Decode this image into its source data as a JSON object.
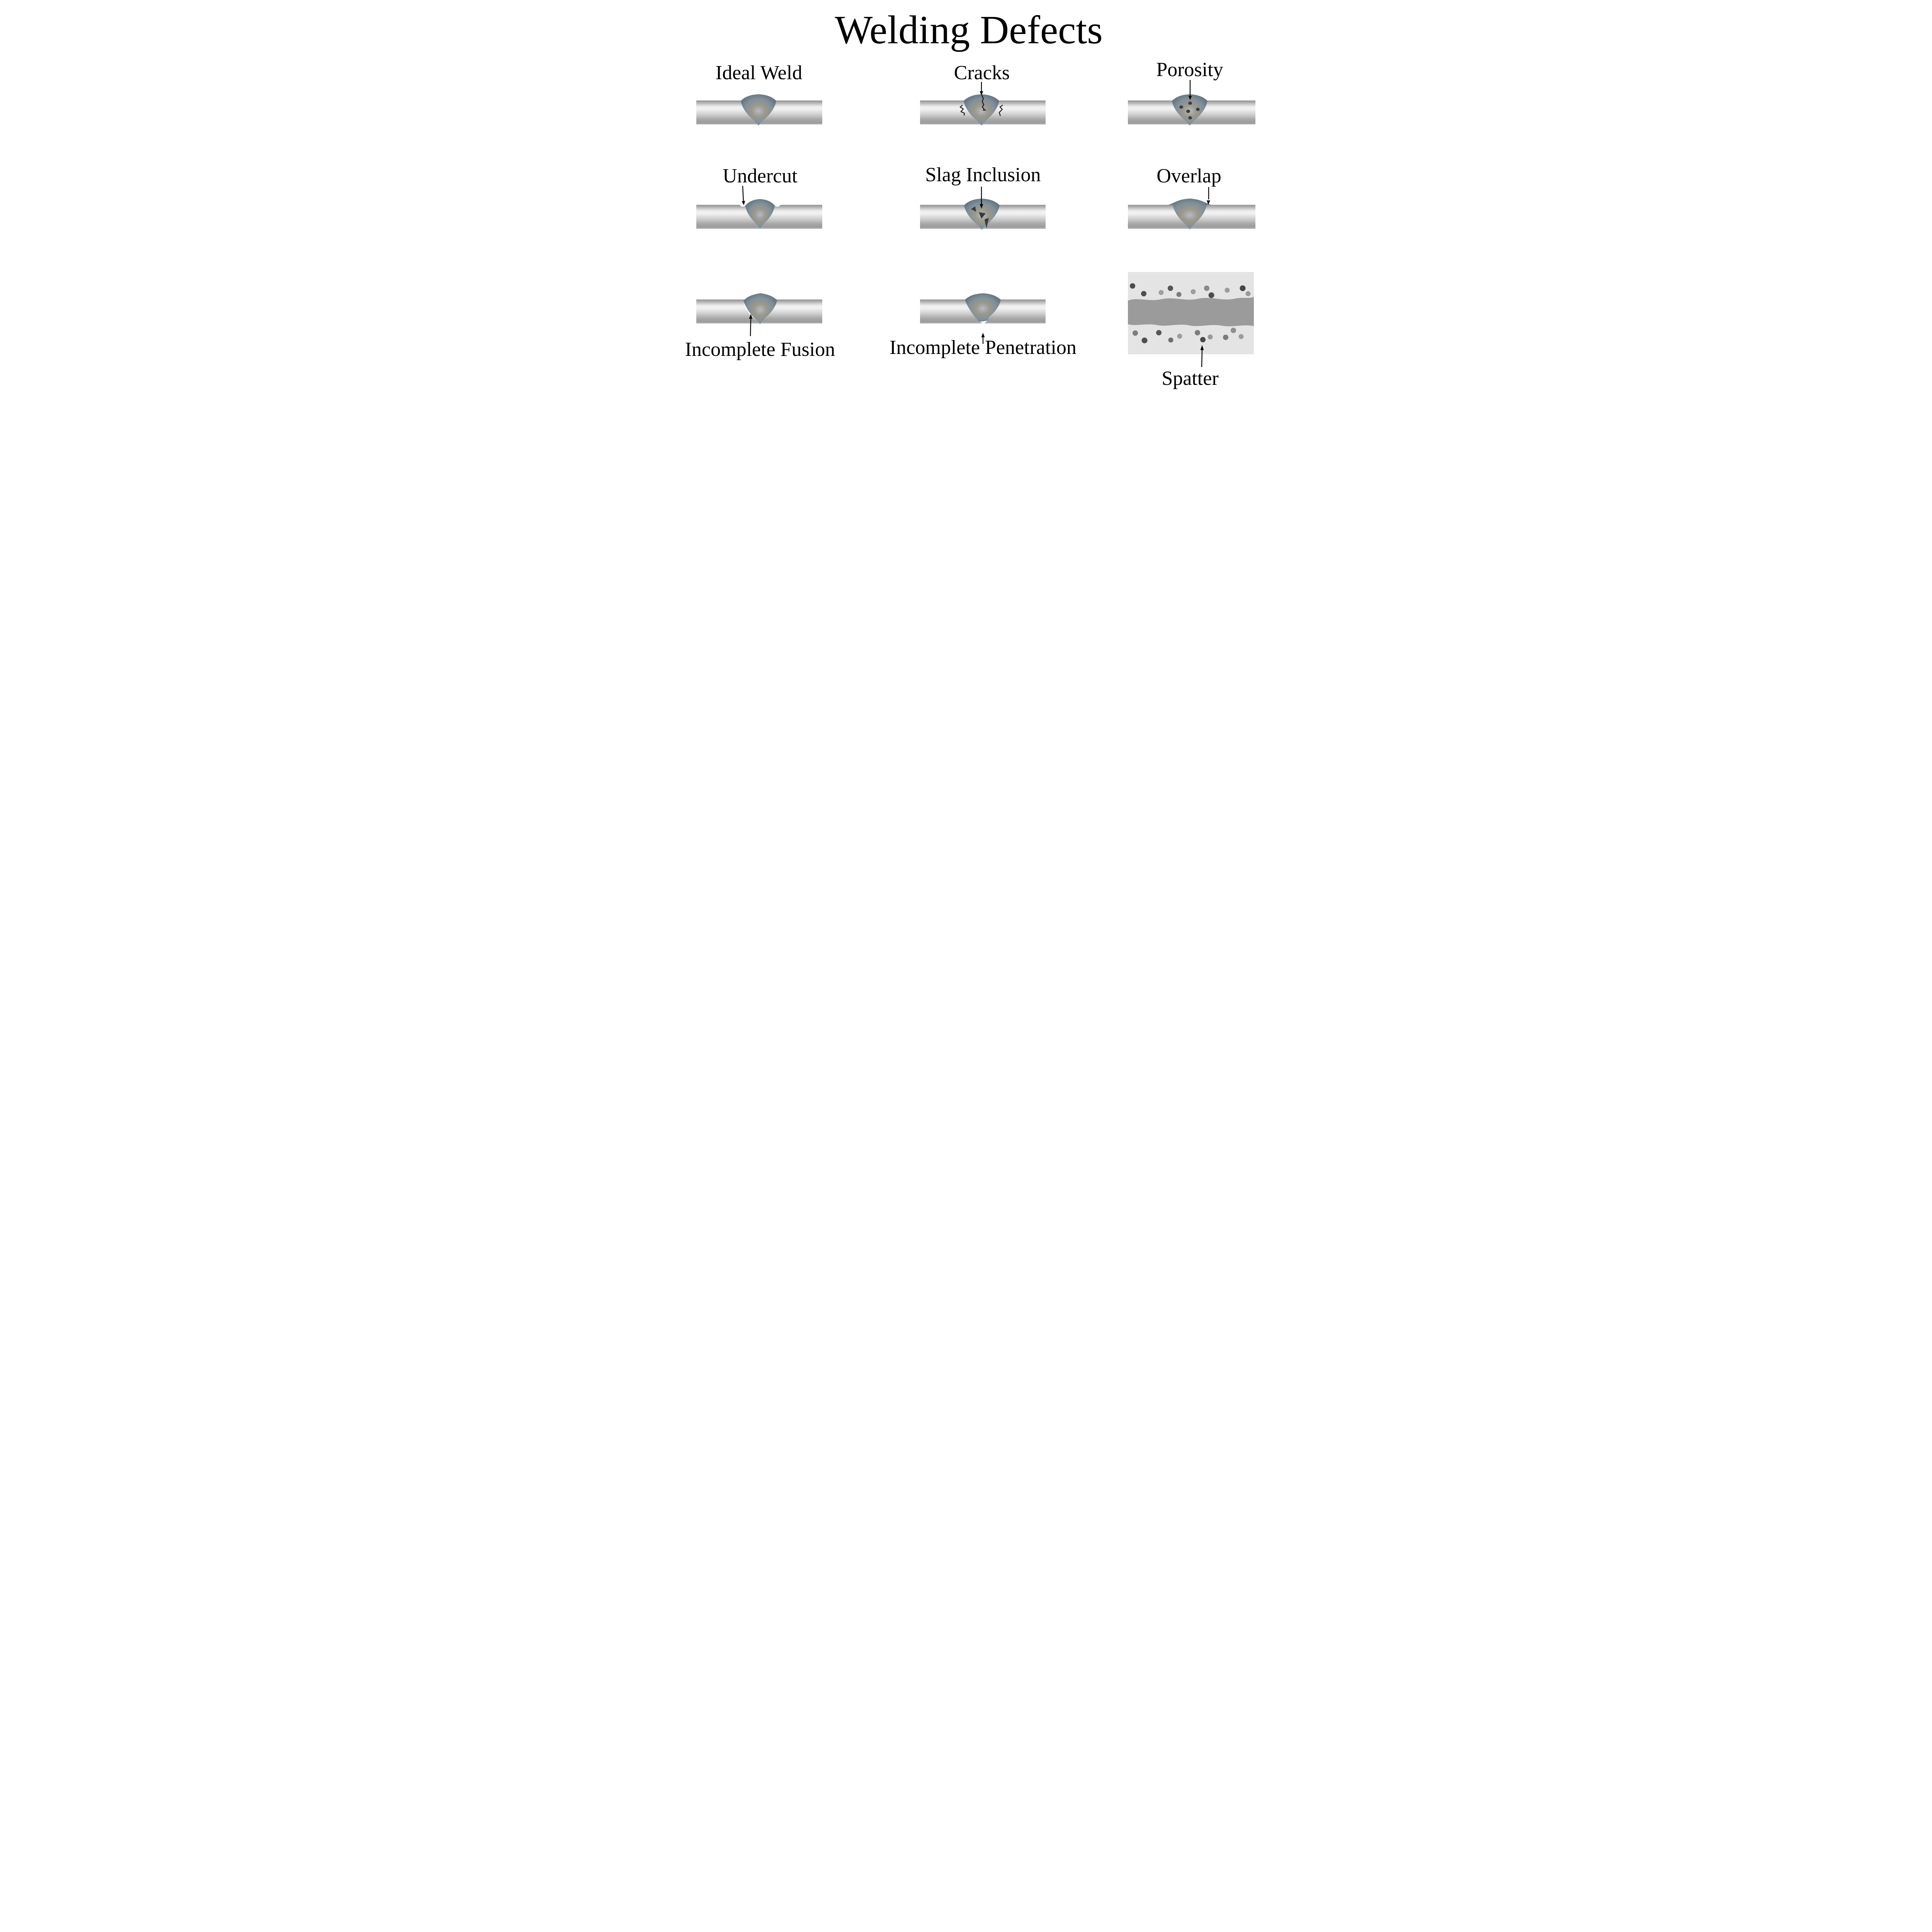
{
  "title": "Welding Defects",
  "palette": {
    "background": "#ffffff",
    "text": "#000000",
    "bar_highlight": "#f2f2f2",
    "bar_shadow": "#939393",
    "bead_edge": "#5c6c77",
    "bead_core": "#b4bcc5",
    "bead_warm_ring": "#9d998c",
    "defect_mark": "#3d3d3d",
    "gap_white": "#ffffff",
    "spatter_panel": "#e4e4e4",
    "spatter_band": "#9b9b9b",
    "spatter_dot_dark": "#4a4a4a",
    "spatter_dot_mid": "#7c7c7c",
    "spatter_dot_light": "#a0a0a0"
  },
  "panels": [
    {
      "id": "ideal-weld",
      "label": "Ideal Weld",
      "arrow": "none"
    },
    {
      "id": "cracks",
      "label": "Cracks",
      "arrow": "down"
    },
    {
      "id": "porosity",
      "label": "Porosity",
      "arrow": "down"
    },
    {
      "id": "undercut",
      "label": "Undercut",
      "arrow": "down"
    },
    {
      "id": "slag-inclusion",
      "label": "Slag Inclusion",
      "arrow": "down"
    },
    {
      "id": "overlap",
      "label": "Overlap",
      "arrow": "down"
    },
    {
      "id": "incomplete-fusion",
      "label": "Incomplete Fusion",
      "arrow": "up"
    },
    {
      "id": "incomplete-penetration",
      "label": "Incomplete Penetration",
      "arrow": "up"
    },
    {
      "id": "spatter",
      "label": "Spatter",
      "arrow": "up"
    }
  ]
}
